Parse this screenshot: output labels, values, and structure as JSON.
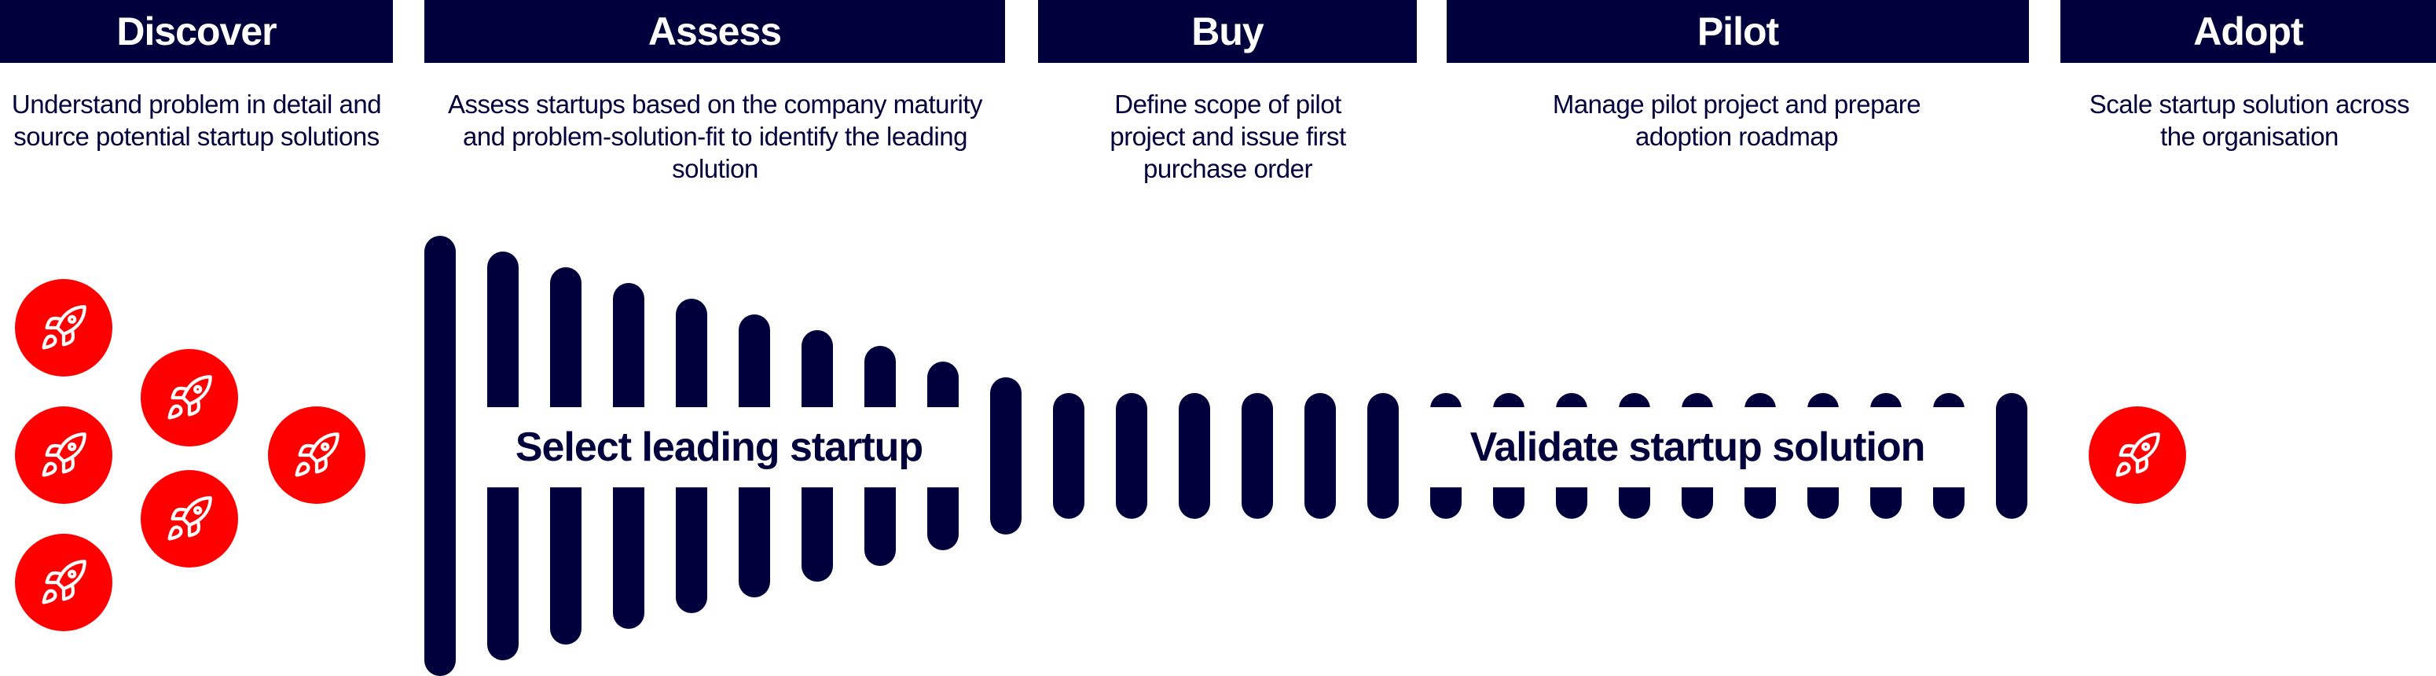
{
  "phases": [
    {
      "title": "Discover",
      "description": "Understand problem in detail and source potential startup solutions"
    },
    {
      "title": "Assess",
      "description": "Assess startups based on the company maturity and problem-solution-fit to identify the leading solution"
    },
    {
      "title": "Buy",
      "description": "Define scope of pilot project and issue first purchase order"
    },
    {
      "title": "Pilot",
      "description": "Manage pilot project and prepare adoption roadmap"
    },
    {
      "title": "Adopt",
      "description": "Scale startup solution across the organisation"
    }
  ],
  "funnel": {
    "select_label": "Select leading startup",
    "validate_label": "Validate startup solution",
    "bar_count": 26
  },
  "icons": {
    "startup": "rocket-icon"
  },
  "colors": {
    "navy": "#00003c",
    "red": "#ff0000"
  }
}
